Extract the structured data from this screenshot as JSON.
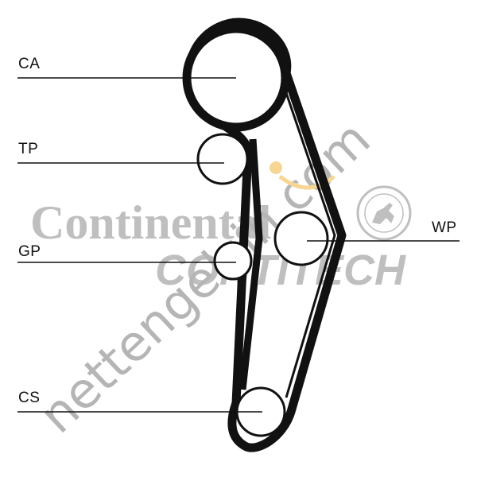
{
  "labels": {
    "ca": "CA",
    "tp": "TP",
    "gp": "GP",
    "cs": "CS",
    "wp": "WP"
  },
  "watermarks": {
    "brand_top": "Continental",
    "brand_bottom": "CONTITECH",
    "site": "nettengelsin.com"
  },
  "colors": {
    "belt": "#111111",
    "line": "#111111",
    "watermark_gray": "#8c8c8c",
    "watermark_accent": "#f2b33d"
  }
}
